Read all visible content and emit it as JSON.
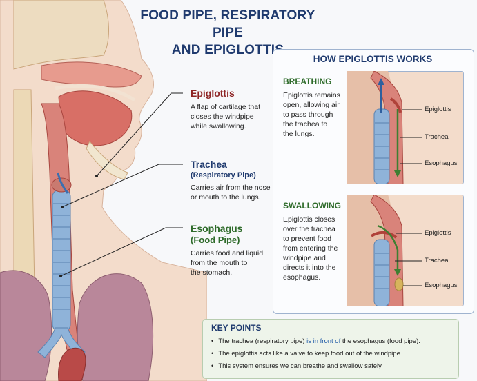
{
  "title": {
    "line1": "FOOD PIPE, RESPIRATORY PIPE",
    "line2": "AND EPIGLOTTIS"
  },
  "labels": {
    "epiglottis": {
      "title": "Epiglottis",
      "desc": [
        "A flap of cartilage that",
        "closes the windpipe",
        "while swallowing."
      ]
    },
    "trachea": {
      "title": "Trachea",
      "subtitle": "(Respiratory Pipe)",
      "desc": [
        "Carries air from the nose",
        "or mouth to the lungs."
      ]
    },
    "esophagus": {
      "title": "Esophagus",
      "subtitle": "(Food Pipe)",
      "desc": [
        "Carries food and liquid",
        "from the mouth to",
        "the stomach."
      ]
    }
  },
  "how_it_works": {
    "heading": "HOW EPIGLOTTIS WORKS",
    "breathing": {
      "heading": "BREATHING",
      "text": [
        "Epiglottis remains",
        "open, allowing air",
        "to pass through",
        "the trachea to",
        "the lungs."
      ]
    },
    "swallowing": {
      "heading": "SWALLOWING",
      "text": [
        "Epiglottis closes",
        "over the trachea",
        "to prevent food",
        "from entering the",
        "windpipe and",
        "directs it into the",
        "esophagus."
      ]
    },
    "inset_labels": {
      "epiglottis": "Epiglottis",
      "trachea": "Trachea",
      "esophagus": "Esophagus"
    }
  },
  "key_points": {
    "heading": "KEY POINTS",
    "items": [
      {
        "before": "The trachea (respiratory pipe) ",
        "highlight": "is in front of",
        "after": " the esophagus (food pipe)."
      },
      {
        "before": "The epiglottis acts like a valve to keep food out of the windpipe.",
        "highlight": "",
        "after": ""
      },
      {
        "before": "This system ensures we can breathe and swallow safely.",
        "highlight": "",
        "after": ""
      }
    ]
  },
  "colors": {
    "navy": "#1f3a6e",
    "red": "#8e2424",
    "green": "#2e6b2a",
    "trachea_blue": "#8fb3d9",
    "tissue": "#d98a7e",
    "lung": "#b9879a"
  }
}
